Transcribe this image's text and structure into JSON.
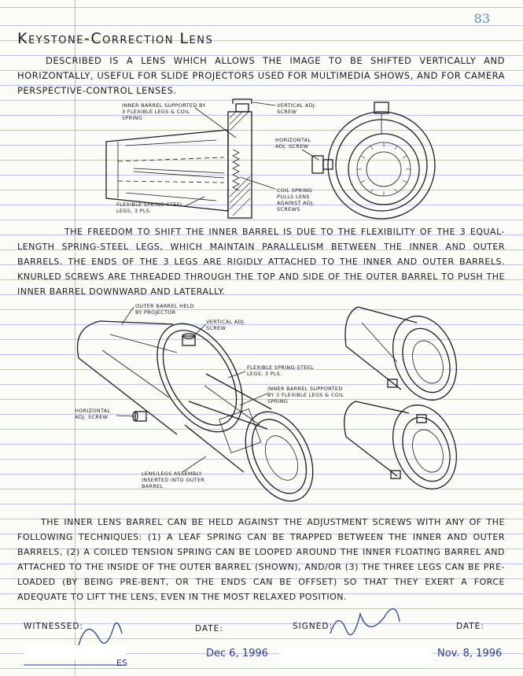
{
  "page_number": "83",
  "title": "Keystone-Correction Lens",
  "intro": "Described is a lens which allows the image to be shifted vertically and horizontally, useful for slide projectors used for multimedia shows, and for camera perspective-control lenses.",
  "diagram_top": {
    "inner_barrel": "Inner barrel supported by 3 flexible legs & coil spring",
    "vertical_screw": "Vertical adj. screw",
    "horizontal_screw": "Horizontal adj. screw",
    "flexible_legs": "Flexible spring-steel legs, 3 pls.",
    "coil_spring": "Coil spring pulls lens against adj. screws"
  },
  "body1": "The freedom to shift the inner barrel is due to the flexibility of the 3 equal-length spring-steel legs, which maintain parallelism between the inner and outer barrels. The ends of the 3 legs are rigidly attached to the inner and outer barrels. Knurled screws are threaded through the top and side of the outer barrel to push the inner barrel downward and laterally.",
  "diagram_bottom": {
    "outer_barrel": "Outer barrel held by projector",
    "vertical_screw": "Vertical adj. screw",
    "flexible_legs": "Flexible spring-steel legs, 3 pls.",
    "inner_barrel": "Inner barrel supported by 3 flexible legs & coil spring",
    "horizontal_screw": "Horizontal adj. screw",
    "assembly": "Lens/legs assembly inserted into outer barrel"
  },
  "body2": "The inner lens barrel can be held against the adjustment screws with any of the following techniques: (1) a leaf spring can be trapped between the inner and outer barrels, (2) a coiled tension spring can be looped around the inner floating barrel and attached to the inside of the outer barrel (shown), and/or (3) the three legs can be pre-loaded (by being pre-bent, or the ends can be offset) so that they exert a force adequate to lift the lens, even in the most relaxed position.",
  "signature_block": {
    "witnessed_label": "Witnessed:",
    "date_label_1": "Date:",
    "signed_label": "Signed:",
    "date_label_2": "Date:",
    "witness_date": "Dec 6, 1996",
    "signed_date": "Nov. 8, 1996",
    "witness_name_fragment": "es"
  }
}
